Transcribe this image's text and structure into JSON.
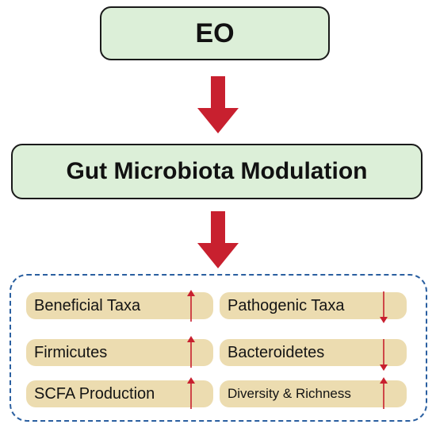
{
  "top_box": {
    "label": "EO"
  },
  "middle_box": {
    "label": "Gut Microbiota Modulation"
  },
  "colors": {
    "arrow": "#c8202f",
    "box_fill": "#dcefd8",
    "pill_fill": "#ecdcb0",
    "panel_border": "#2a5fa0"
  },
  "effects": [
    {
      "label": "Beneficial Taxa",
      "direction": "up"
    },
    {
      "label": "Pathogenic Taxa",
      "direction": "down"
    },
    {
      "label": "Firmicutes",
      "direction": "up"
    },
    {
      "label": "Bacteroidetes",
      "direction": "down"
    },
    {
      "label": "SCFA Production",
      "direction": "up"
    },
    {
      "label": "Diversity & Richness",
      "direction": "up"
    }
  ]
}
